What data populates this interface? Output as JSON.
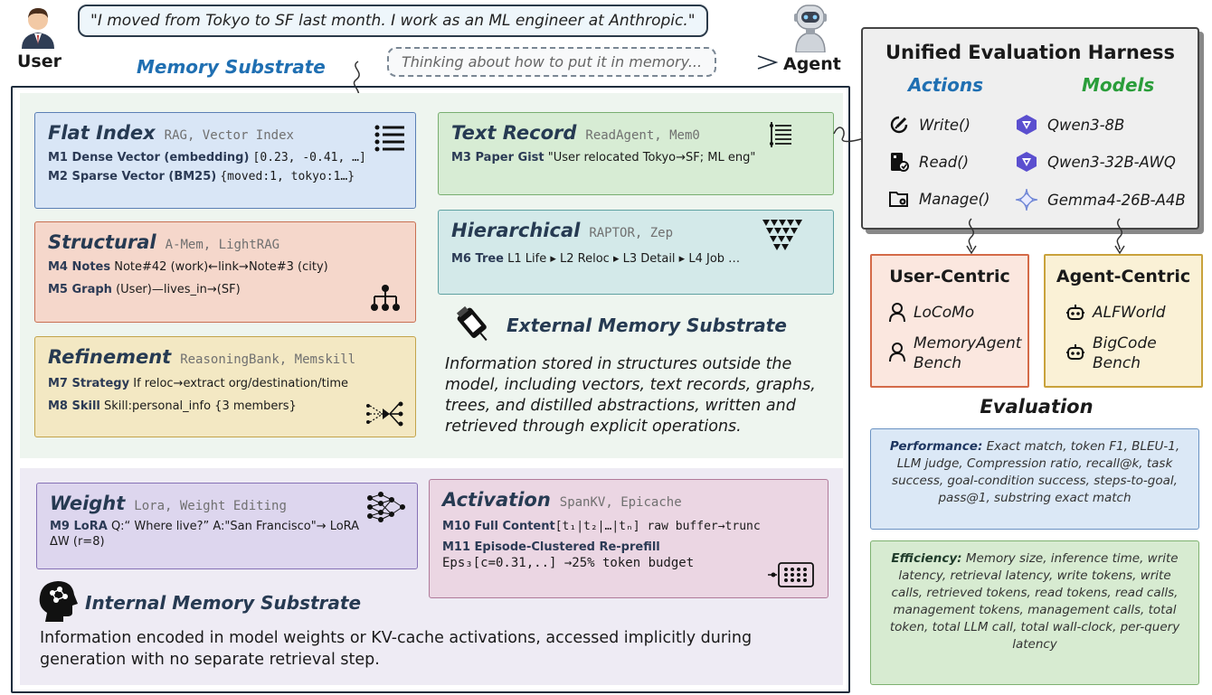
{
  "header": {
    "user_label": "User",
    "agent_label": "Agent",
    "user_message": "\"I moved from Tokyo to SF last month. I work as an ML engineer at Anthropic.\"",
    "agent_thought": "Thinking about how to put it in memory...",
    "memory_substrate_label": "Memory Substrate"
  },
  "external": {
    "heading": "External Memory Substrate",
    "description_lines": [
      "Information stored in structures outside the",
      "model, including vectors, text records, graphs,",
      "trees, and distilled abstractions, written and",
      "retrieved through explicit operations."
    ],
    "cards": {
      "flat": {
        "title": "Flat Index",
        "sub": "RAG, Vector Index",
        "l1_key": "M1 Dense Vector (embedding)",
        "l1_val": "[0.23, -0.41, …]",
        "l2_key": "M2 Sparse Vector (BM25)",
        "l2_val": "{moved:1, tokyo:1…}"
      },
      "structural": {
        "title": "Structural",
        "sub": "A-Mem, LightRAG",
        "l1_key": "M4 Notes",
        "l1_val": "Note#42 (work)←link→Note#3 (city)",
        "l2_key": "M5 Graph",
        "l2_val": "(User)—lives_in→(SF)"
      },
      "refinement": {
        "title": "Refinement",
        "sub": "ReasoningBank, Memskill",
        "l1_key": "M7 Strategy",
        "l1_val": "If reloc→extract org/destination/time",
        "l2_key": "M8 Skill",
        "l2_val": "Skill:personal_info {3 members}"
      },
      "text": {
        "title": "Text Record",
        "sub": "ReadAgent, Mem0",
        "l1_key": "M3 Paper Gist",
        "l1_val": "\"User relocated Tokyo→SF; ML eng\""
      },
      "hier": {
        "title": "Hierarchical",
        "sub": "RAPTOR, Zep",
        "l1_key": "M6 Tree",
        "l1_val": "L1 Life ▸ L2 Reloc ▸ L3 Detail ▸ L4 Job …"
      }
    }
  },
  "internal": {
    "heading": "Internal Memory Substrate",
    "description_lines": [
      "Information encoded in model weights or KV-cache activations, accessed implicitly during",
      "generation with no separate retrieval step."
    ],
    "cards": {
      "weight": {
        "title": "Weight",
        "sub": "Lora, Weight Editing",
        "l1_key": "M9 LoRA",
        "l1_val": "Q:“ Where live?” A:\"San Francisco\"→ LoRA",
        "l2_val": "ΔW (r=8)"
      },
      "activation": {
        "title": "Activation",
        "sub": "SpanKV, Epicache",
        "l1_key": "M10 Full Content",
        "l1_val": "[t₁|t₂|…|tₙ] raw buffer→trunc",
        "l2_key": "M11 Episode-Clustered  Re-prefill",
        "l3_val": "Eps₃[c=0.31,..] →25% token budget"
      }
    }
  },
  "harness": {
    "title": "Unified Evaluation Harness",
    "actions_label": "Actions",
    "models_label": "Models",
    "actions": [
      "Write()",
      "Read()",
      "Manage()"
    ],
    "models": [
      "Qwen3-8B",
      "Qwen3-32B-AWQ",
      "Gemma4-26B-A4B"
    ]
  },
  "benchmarks": {
    "user_title": "User-Centric",
    "user_items": [
      [
        "LoCoMo"
      ],
      [
        "MemoryAgent",
        "Bench"
      ]
    ],
    "agent_title": "Agent-Centric",
    "agent_items": [
      [
        "ALFWorld"
      ],
      [
        "BigCode",
        "Bench"
      ]
    ]
  },
  "evaluation": {
    "title": "Evaluation",
    "performance_label": "Performance:",
    "performance_text": " Exact match, token F1, BLEU-1, LLM judge, Compression ratio, recall@k, task success, goal-condition success, steps-to-goal, pass@1, substring exact match",
    "efficiency_label": "Efficiency:",
    "efficiency_text": " Memory size, inference time, write latency, retrieval latency, write tokens, write calls, retrieved tokens, read tokens, read calls, management tokens, management calls, total token, total LLM call, total wall-clock, per-query latency"
  },
  "colors": {
    "memory_substrate": "#1f6fb2",
    "actions": "#1f6fb2",
    "models": "#2a9d3a",
    "title_navy": "#263a52",
    "model_icon_blue": "#5b4fcf"
  },
  "icons": {
    "user": "user-avatar-icon",
    "agent": "robot-avatar-icon",
    "flat": "list-icon",
    "text": "document-list-icon",
    "structural": "tree-hierarchy-icon",
    "hier": "triangle-grid-icon",
    "refinement": "network-flow-icon",
    "external": "usb-drive-icon",
    "weight": "neural-net-icon",
    "activation": "tensor-grid-icon",
    "internal": "brain-head-icon",
    "write": "pen-circle-icon",
    "read": "read-doc-icon",
    "manage": "folder-gear-icon",
    "qwen": "qwen-logo-icon",
    "gemma": "gemma-star-icon",
    "person": "person-outline-icon",
    "bot": "bot-outline-icon"
  }
}
